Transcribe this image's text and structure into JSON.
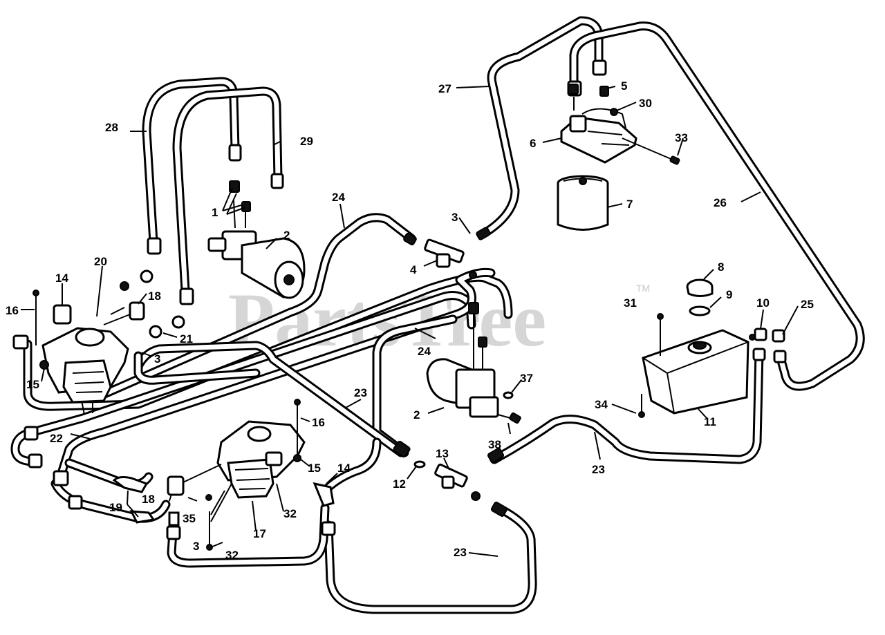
{
  "watermark": {
    "text": "PartsTree",
    "trademark": "TM"
  },
  "labels": {
    "l1": "1",
    "l2a": "2",
    "l2b": "2",
    "l3a": "3",
    "l3b": "3",
    "l3c": "3",
    "l4": "4",
    "l5": "5",
    "l6": "6",
    "l7": "7",
    "l8": "8",
    "l9": "9",
    "l10": "10",
    "l11": "11",
    "l12": "12",
    "l13": "13",
    "l14a": "14",
    "l14b": "14",
    "l15a": "15",
    "l15b": "15",
    "l16a": "16",
    "l16b": "16",
    "l17": "17",
    "l18a": "18",
    "l18b": "18",
    "l19": "19",
    "l20": "20",
    "l21": "21",
    "l22": "22",
    "l23a": "23",
    "l23b": "23",
    "l23c": "23",
    "l24a": "24",
    "l24b": "24",
    "l25": "25",
    "l26": "26",
    "l27": "27",
    "l28": "28",
    "l29": "29",
    "l30": "30",
    "l31": "31",
    "l32a": "32",
    "l32b": "32",
    "l33": "33",
    "l34": "34",
    "l35": "35",
    "l37": "37",
    "l38": "38"
  }
}
